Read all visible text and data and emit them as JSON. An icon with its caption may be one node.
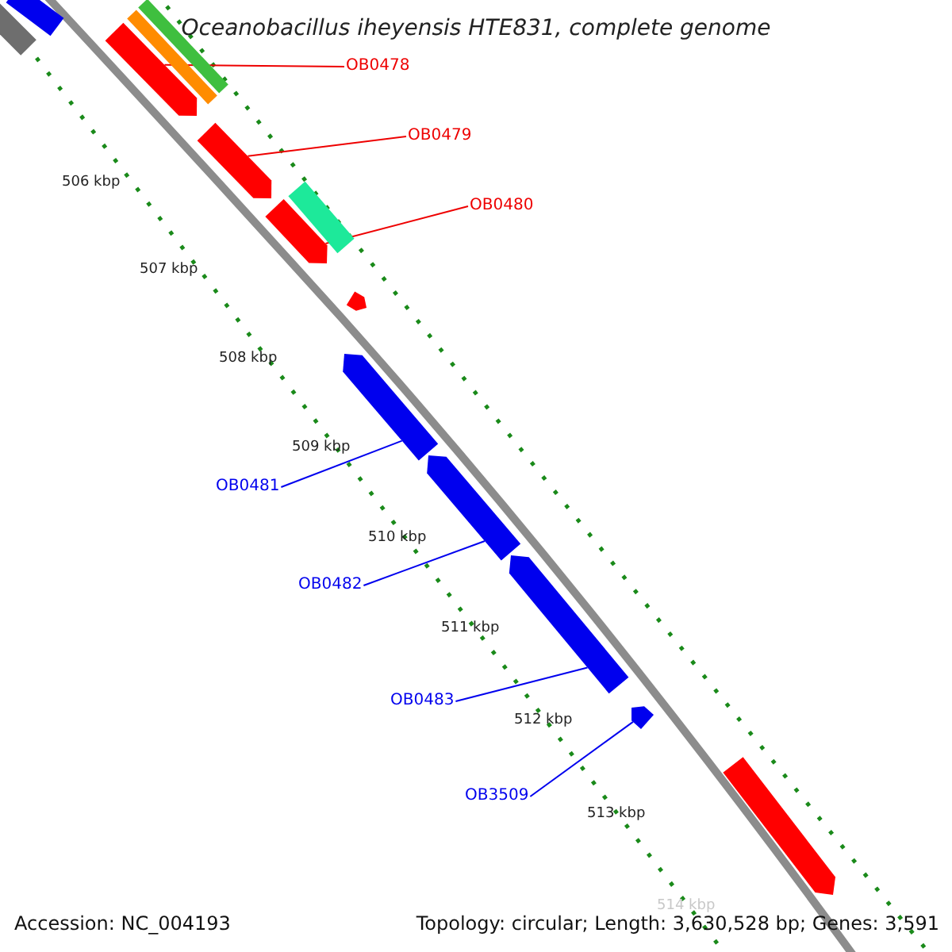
{
  "diagram": {
    "title": "Oceanobacillus iheyensis HTE831, complete genome",
    "nodes": [
      {
        "text": [
          "OB0478"
        ]
      },
      {
        "text": [
          "OB0479"
        ]
      },
      {
        "text": [
          "OB0480"
        ]
      },
      {
        "text": [
          "OB0481"
        ]
      },
      {
        "text": [
          "OB0482"
        ]
      },
      {
        "text": [
          "OB0483"
        ]
      },
      {
        "text": [
          "OB3509"
        ]
      },
      {
        "text": [],
        "shape": "bar"
      },
      {
        "text": [],
        "shape": "bar"
      },
      {
        "text": [],
        "shape": "bar"
      },
      {
        "text": [],
        "shape": "bar"
      },
      {
        "text": [],
        "shape": "arrow"
      },
      {
        "text": [],
        "shape": "arrow"
      },
      {
        "text": [],
        "shape": "bar"
      },
      {
        "text": [],
        "shape": "arrow"
      },
      {
        "text": [],
        "shape": "arrow"
      },
      {
        "text": [],
        "shape": "arrow"
      },
      {
        "text": [],
        "shape": "arrow"
      },
      {
        "text": [],
        "shape": "arrow"
      },
      {
        "text": [],
        "shape": "arrow"
      },
      {
        "text": [],
        "shape": "arrow"
      }
    ],
    "edges": [
      {
        "from": 0,
        "to": 11,
        "arrow": "none",
        "color": "#ee0000"
      },
      {
        "from": 1,
        "to": 12,
        "arrow": "none",
        "color": "#ee0000"
      },
      {
        "from": 2,
        "to": 14,
        "arrow": "none",
        "color": "#ee0000"
      },
      {
        "from": 3,
        "to": 16,
        "arrow": "none"
      },
      {
        "from": 4,
        "to": 17,
        "arrow": "none"
      },
      {
        "from": 5,
        "to": 18,
        "arrow": "none"
      },
      {
        "from": 6,
        "to": 19,
        "arrow": "none"
      }
    ],
    "labels": [
      "506 kbp",
      "507 kbp",
      "508 kbp",
      "509 kbp",
      "510 kbp",
      "511 kbp",
      "512 kbp",
      "513 kbp",
      "514 kbp",
      "Accession: NC_004193",
      "Topology: circular; Length: 3,630,528 bp; Genes: 3,591"
    ]
  }
}
